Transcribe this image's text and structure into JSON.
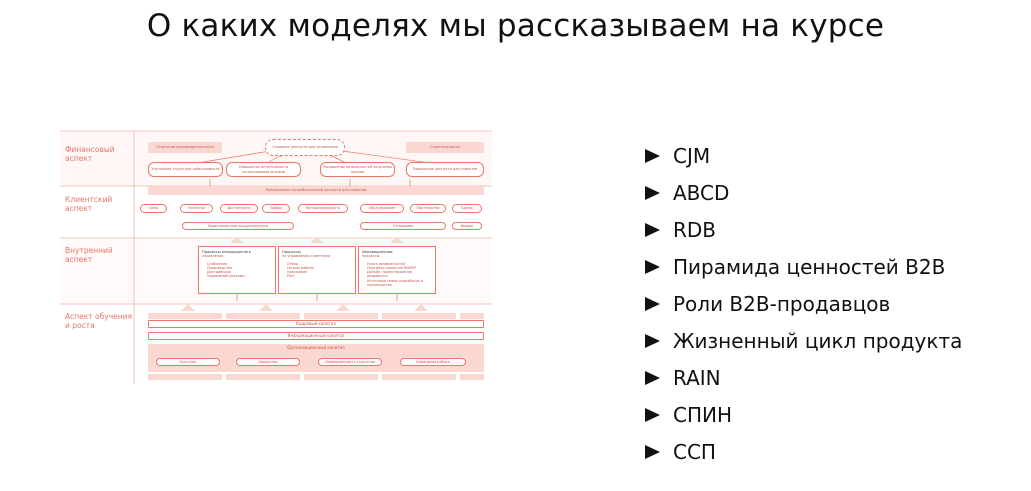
{
  "title": "О каких моделях мы рассказываем на курсе",
  "diagram": {
    "aspects": [
      "Финансовый аспект",
      "Клиентский аспект",
      "Внутренний аспект",
      "Аспект обучения и роста"
    ],
    "financial": {
      "top_left": "Стратегия производительности",
      "top_right": "Стратегия роста",
      "center": "Создание ценности для акционеров",
      "items": [
        "Улучшение структуры себестоимости",
        "Повышение интенсивности использования активов",
        "Расширение возможностей получения дохода",
        "Повышение ценности для клиентов"
      ]
    },
    "customer": {
      "header": "Предложение потребительской ценности для клиентов",
      "items": [
        "Цена",
        "Качество",
        "Доступность",
        "Выбор",
        "Функциональность",
        "Обслуживание",
        "Партнерство",
        "Бренд"
      ],
      "groups": [
        "Характеристики продукта/услуги",
        "Отношения",
        "Имидж"
      ]
    },
    "internal": {
      "boxes": [
        {
          "title": "Процессы операционного",
          "subtitle": "управления",
          "items": [
            "Снабжение",
            "Производство",
            "Дистрибуция",
            "Управление рисками"
          ]
        },
        {
          "title": "Процессы",
          "subtitle": "по управлению клиентами",
          "items": [
            "Отбор",
            "Начало работы",
            "Удержание",
            "Рост"
          ]
        },
        {
          "title": "Инновационные",
          "subtitle": "процессы",
          "items": [
            "Поиск возможностей",
            "Портфель проектов НИОКР",
            "Дизайн, проектирование, разработка",
            "Источники новых разработок в производстве"
          ]
        }
      ]
    },
    "learning": {
      "human": "Кадровый капитал",
      "information": "Информационный капитал",
      "organization": "Организационный капитал",
      "items": [
        "Культура",
        "Лидерство",
        "Приверженность стратегии",
        "Командная работа"
      ]
    }
  },
  "models": [
    "CJM",
    "ABCD",
    "RDB",
    "Пирамида ценностей B2B",
    "Роли B2B-продавцов",
    "Жизненный цикл продукта",
    "RAIN",
    "СПИН",
    "ССП"
  ]
}
